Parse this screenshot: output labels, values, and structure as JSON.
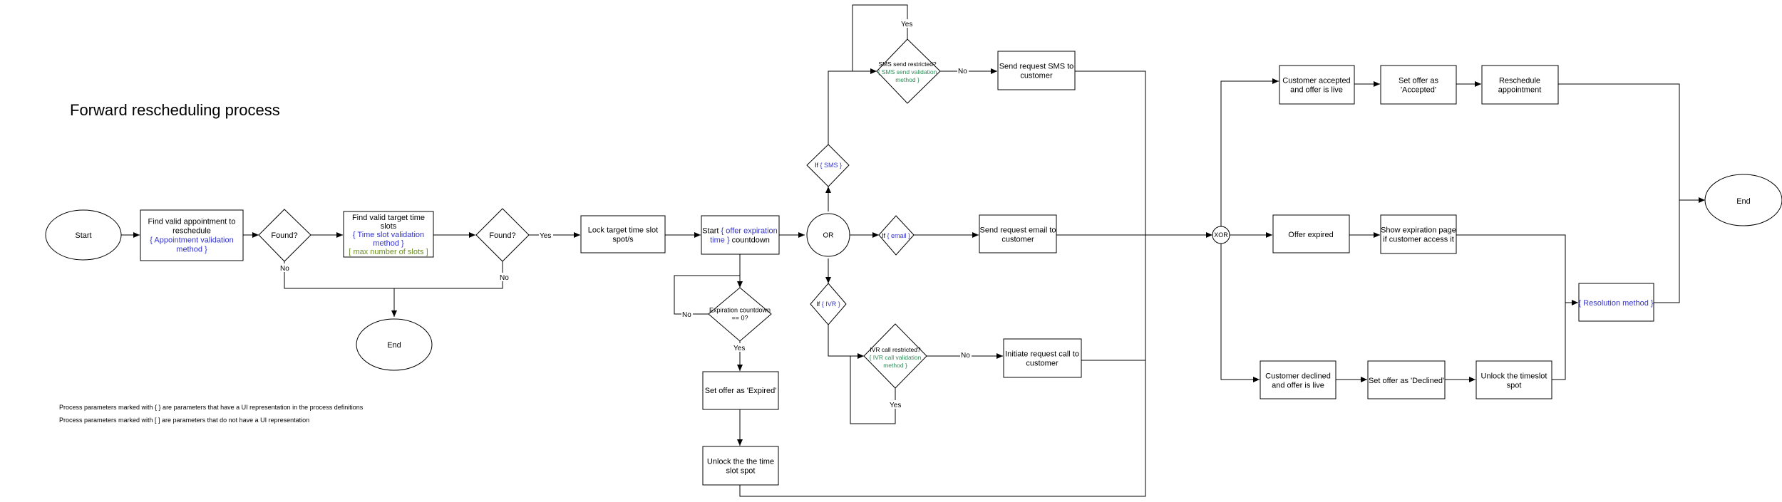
{
  "title": "Forward rescheduling process",
  "notes": {
    "line1": "Process parameters marked with { } are parameters that have a UI representation in the process definitions",
    "line2": "Process parameters marked with [ ] are parameters that do not have a UI representation"
  },
  "colors": {
    "stroke": "#000000",
    "blue_param": "#3333cc",
    "green_param": "#2e8b57",
    "olive_param": "#6b8e23"
  },
  "nodes": {
    "start": [
      "Start"
    ],
    "find_appt": [
      "Find valid appointment to",
      "reschedule",
      "{ Appointment validation",
      "method }"
    ],
    "found1": [
      "Found?"
    ],
    "find_slots": [
      "Find valid target time",
      "slots",
      "{ Time slot validation",
      "method }",
      "[ max number of slots ]"
    ],
    "found2": [
      "Found?"
    ],
    "lock": [
      "Lock target time slot",
      "spot/s"
    ],
    "end_mid": [
      "End"
    ],
    "countdown": [
      "Start { offer expiration",
      "time } countdown"
    ],
    "or": [
      "OR"
    ],
    "if_sms": [
      "If { SMS }"
    ],
    "if_email": [
      "If { email }"
    ],
    "if_ivr": [
      "If { IVR }"
    ],
    "sms_restricted": [
      "SMS send restricted?",
      "{ SMS send validation",
      "method }"
    ],
    "send_sms": [
      "Send request SMS to",
      "customer"
    ],
    "send_email": [
      "Send request email to",
      "customer"
    ],
    "ivr_restricted": [
      "IVR call restricted?",
      "{ IVR call validation",
      "method }"
    ],
    "call": [
      "Initiate request call to",
      "customer"
    ],
    "expiration_check": [
      "Expiration countdown",
      "== 0?"
    ],
    "set_expired": [
      "Set offer as 'Expired'"
    ],
    "unlock1": [
      "Unlock the the time",
      "slot spot"
    ],
    "xor": [
      "XOR"
    ],
    "accepted_live": [
      "Customer accepted",
      "and offer is live"
    ],
    "set_accepted": [
      "Set offer as",
      "'Accepted'"
    ],
    "reschedule": [
      "Reschedule",
      "appointment"
    ],
    "offer_expired": [
      "Offer expired"
    ],
    "show_expiration": [
      "Show expiration page",
      "if customer access it"
    ],
    "declined_live": [
      "Customer declined",
      "and offer is live"
    ],
    "set_declined": [
      "Set offer as 'Declined'"
    ],
    "unlock2": [
      "Unlock the timeslot",
      "spot"
    ],
    "resolution": [
      "{ Resolution method }"
    ],
    "end_final": [
      "End"
    ]
  },
  "edge_labels": {
    "found1_no": "No",
    "found2_yes": "Yes",
    "found2_no": "No",
    "sms_yes": "Yes",
    "sms_no": "No",
    "ivr_no": "No",
    "ivr_yes": "Yes",
    "exp_no": "No",
    "exp_yes": "Yes"
  }
}
